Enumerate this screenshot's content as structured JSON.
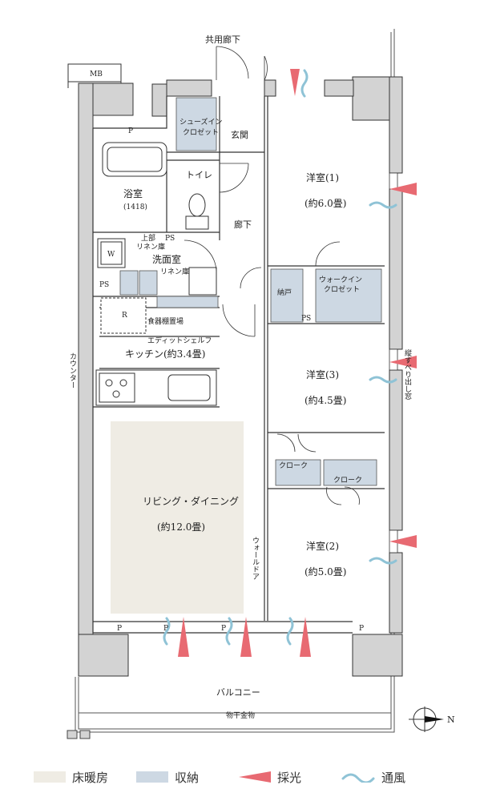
{
  "labels": {
    "corridor_shared": "共用廊下",
    "mb": "MB",
    "entrance": "玄関",
    "shoes_closet_1": "シューズイン",
    "shoes_closet_2": "クロゼット",
    "toilet": "トイレ",
    "hallway": "廊下",
    "bath": "浴室",
    "bath_size": "(1418)",
    "upper_linen_1": "上部",
    "upper_linen_2": "リネン庫",
    "ps_1": "PS",
    "washroom": "洗面室",
    "linen": "リネン庫",
    "washer": "W",
    "ps_2": "PS",
    "fridge": "R",
    "dish_storage": "食器棚置場",
    "adit_shelf": "エディットシェルフ",
    "kitchen": "キッチン(約3.4畳)",
    "counter": "カウンター",
    "living": "リビング・ダイニング",
    "living_size": "(約12.0畳)",
    "room1": "洋室(1)",
    "room1_size": "(約6.0畳)",
    "nando": "納戸",
    "walkin_1": "ウォークイン",
    "walkin_2": "クロゼット",
    "ps_3": "PS",
    "sliding_window": "縦すべり出し窓",
    "room3": "洋室(3)",
    "room3_size": "(約4.5畳)",
    "cloak_a": "クローク",
    "cloak_b": "クローク",
    "wall_door": "ウォールドア",
    "room2": "洋室(2)",
    "room2_size": "(約5.0畳)",
    "balcony": "バルコニー",
    "drying_hardware": "物干金物",
    "p1": "P",
    "p2": "P",
    "p3": "P",
    "p4": "P",
    "p5": "P",
    "north": "N"
  },
  "legend": {
    "floor_heating": "床暖房",
    "storage": "収納",
    "daylight": "採光",
    "ventilation": "通風"
  },
  "colors": {
    "floor_heating": "#efece4",
    "storage": "#cdd8e3",
    "daylight": "#e86a72",
    "ventilation": "#8fc3d6",
    "wall": "#d3d3d3"
  }
}
